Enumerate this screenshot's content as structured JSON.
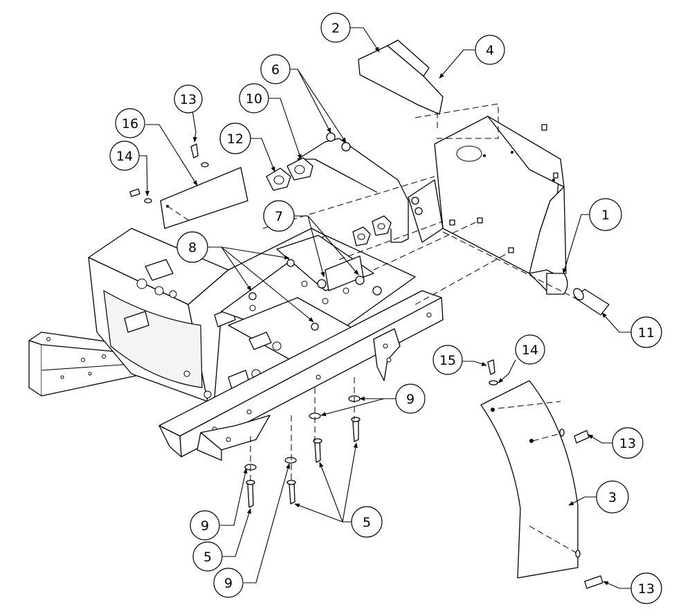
{
  "callouts": [
    {
      "label": "1"
    },
    {
      "label": "2"
    },
    {
      "label": "3"
    },
    {
      "label": "4"
    },
    {
      "label": "5"
    },
    {
      "label": "5"
    },
    {
      "label": "6"
    },
    {
      "label": "7"
    },
    {
      "label": "8"
    },
    {
      "label": "9"
    },
    {
      "label": "9"
    },
    {
      "label": "9"
    },
    {
      "label": "10"
    },
    {
      "label": "11"
    },
    {
      "label": "12"
    },
    {
      "label": "13"
    },
    {
      "label": "13"
    },
    {
      "label": "13"
    },
    {
      "label": "14"
    },
    {
      "label": "14"
    },
    {
      "label": "15"
    },
    {
      "label": "16"
    }
  ]
}
